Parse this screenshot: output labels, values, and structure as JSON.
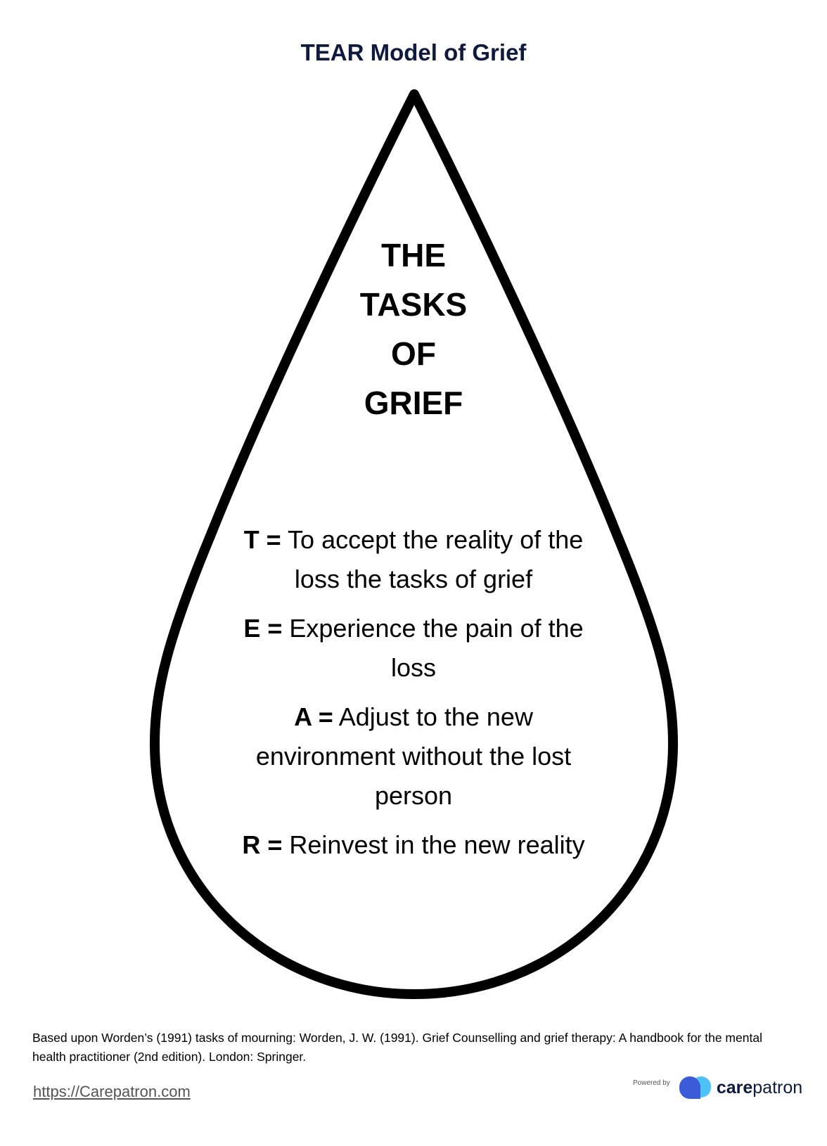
{
  "title": "TEAR Model of Grief",
  "heading": [
    "THE",
    "TASKS",
    "OF",
    "GRIEF"
  ],
  "items": [
    {
      "letter": "T =",
      "text": " To accept the reality of the loss the tasks of grief"
    },
    {
      "letter": "E =",
      "text": " Experience the pain of the loss"
    },
    {
      "letter": "A =",
      "text": " Adjust to the new environment without the lost person"
    },
    {
      "letter": "R =",
      "text": " Reinvest in the new reality"
    }
  ],
  "citation": "Based upon Worden’s (1991) tasks of mourning: Worden, J. W. (1991). Grief Counselling and grief therapy: A handbook for the mental health practitioner (2nd edition). London: Springer.",
  "footer": {
    "url": "https://Carepatron.com",
    "powered_by": "Powered by",
    "brand_bold": "care",
    "brand_rest": "patron"
  },
  "colors": {
    "title": "#0f1a3c",
    "logo_dark": "#3b5bdb",
    "logo_light": "#4fc3f7"
  }
}
